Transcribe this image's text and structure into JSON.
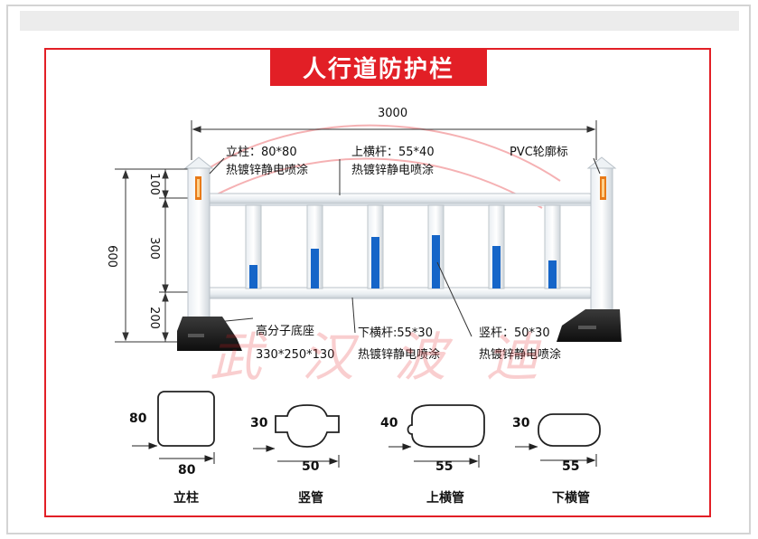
{
  "title": "人行道防护栏",
  "watermark": "武汉波迪",
  "overall": {
    "width": "3000",
    "height": "600"
  },
  "vertical_dims": [
    "100",
    "300",
    "200"
  ],
  "callouts": {
    "post": {
      "name": "立柱：80*80",
      "finish": "热镀锌静电喷涂"
    },
    "top_rail": {
      "name": "上横杆：55*40",
      "finish": "热镀锌静电喷涂"
    },
    "pvc": {
      "name": "PVC轮廓标"
    },
    "base": {
      "name": "高分子底座",
      "size": "330*250*130"
    },
    "bottom_rail": {
      "name": "下横杆:55*30",
      "finish": "热镀锌静电喷涂"
    },
    "baluster": {
      "name": "竖杆：50*30",
      "finish": "热镀锌静电喷涂"
    }
  },
  "profiles": [
    {
      "name": "立柱",
      "h": "80",
      "w": "80"
    },
    {
      "name": "竖管",
      "h": "30",
      "w": "50"
    },
    {
      "name": "上横管",
      "h": "40",
      "w": "55"
    },
    {
      "name": "下横管",
      "h": "30",
      "w": "55"
    }
  ],
  "colors": {
    "red": "#e21f26",
    "blue": "#1565c8",
    "frame_border": "#d9d9d9",
    "panel_border": "#e21f26"
  }
}
